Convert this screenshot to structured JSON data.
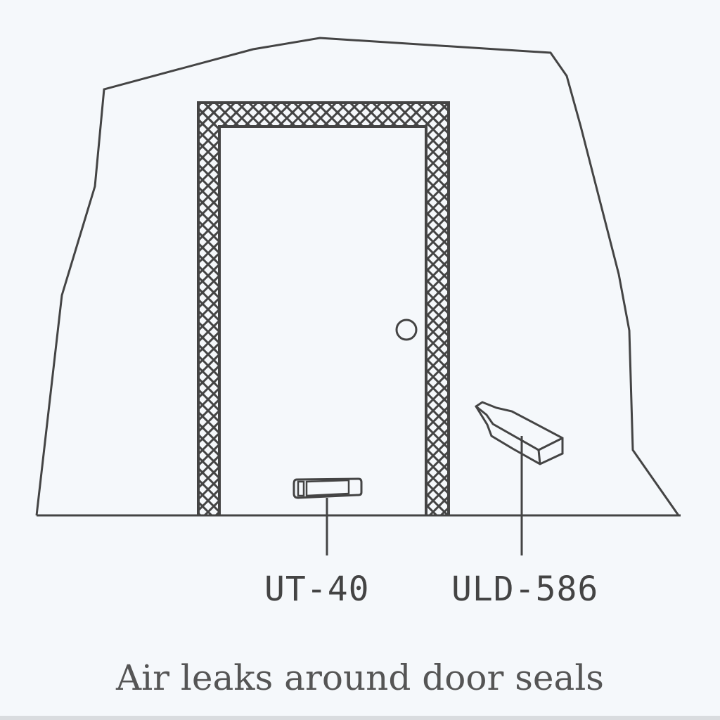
{
  "diagram": {
    "caption": "Air leaks around door seals",
    "labels": [
      {
        "id": "ut-40",
        "text": "UT-40"
      },
      {
        "id": "uld-586",
        "text": "ULD-586"
      }
    ],
    "colors": {
      "background": "#f5f8fb",
      "stroke": "#444444",
      "text": "#555555"
    },
    "elements": [
      "building-outline",
      "door-frame-with-crosshatch-seal",
      "door-knob",
      "door-sweep-UT-40",
      "door-seal-strip-ULD-586",
      "ground-line"
    ]
  }
}
